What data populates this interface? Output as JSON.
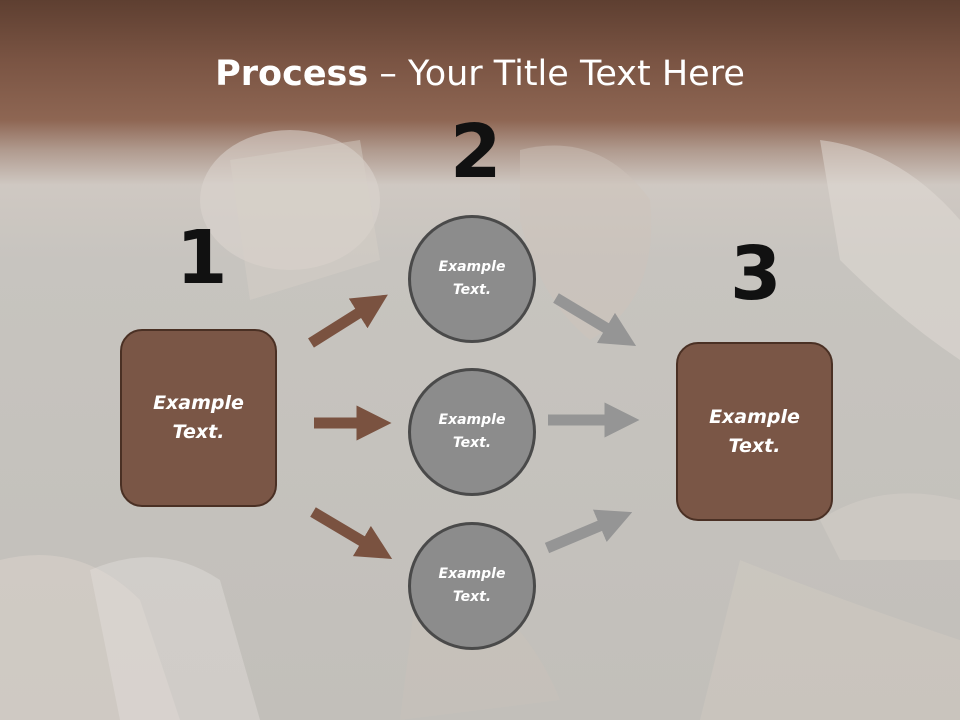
{
  "title": {
    "bold": "Process",
    "rest": " – Your Title Text Here"
  },
  "colors": {
    "box_fill": "#7a5646",
    "circle_fill": "#8c8c8c",
    "arrow_brown": "#7a5240",
    "arrow_gray": "#959595"
  },
  "steps": [
    {
      "number": "1",
      "box_text": "Example\nText."
    },
    {
      "number": "2",
      "circles": [
        "Example\nText.",
        "Example\nText.",
        "Example\nText."
      ]
    },
    {
      "number": "3",
      "box_text": "Example\nText."
    }
  ]
}
